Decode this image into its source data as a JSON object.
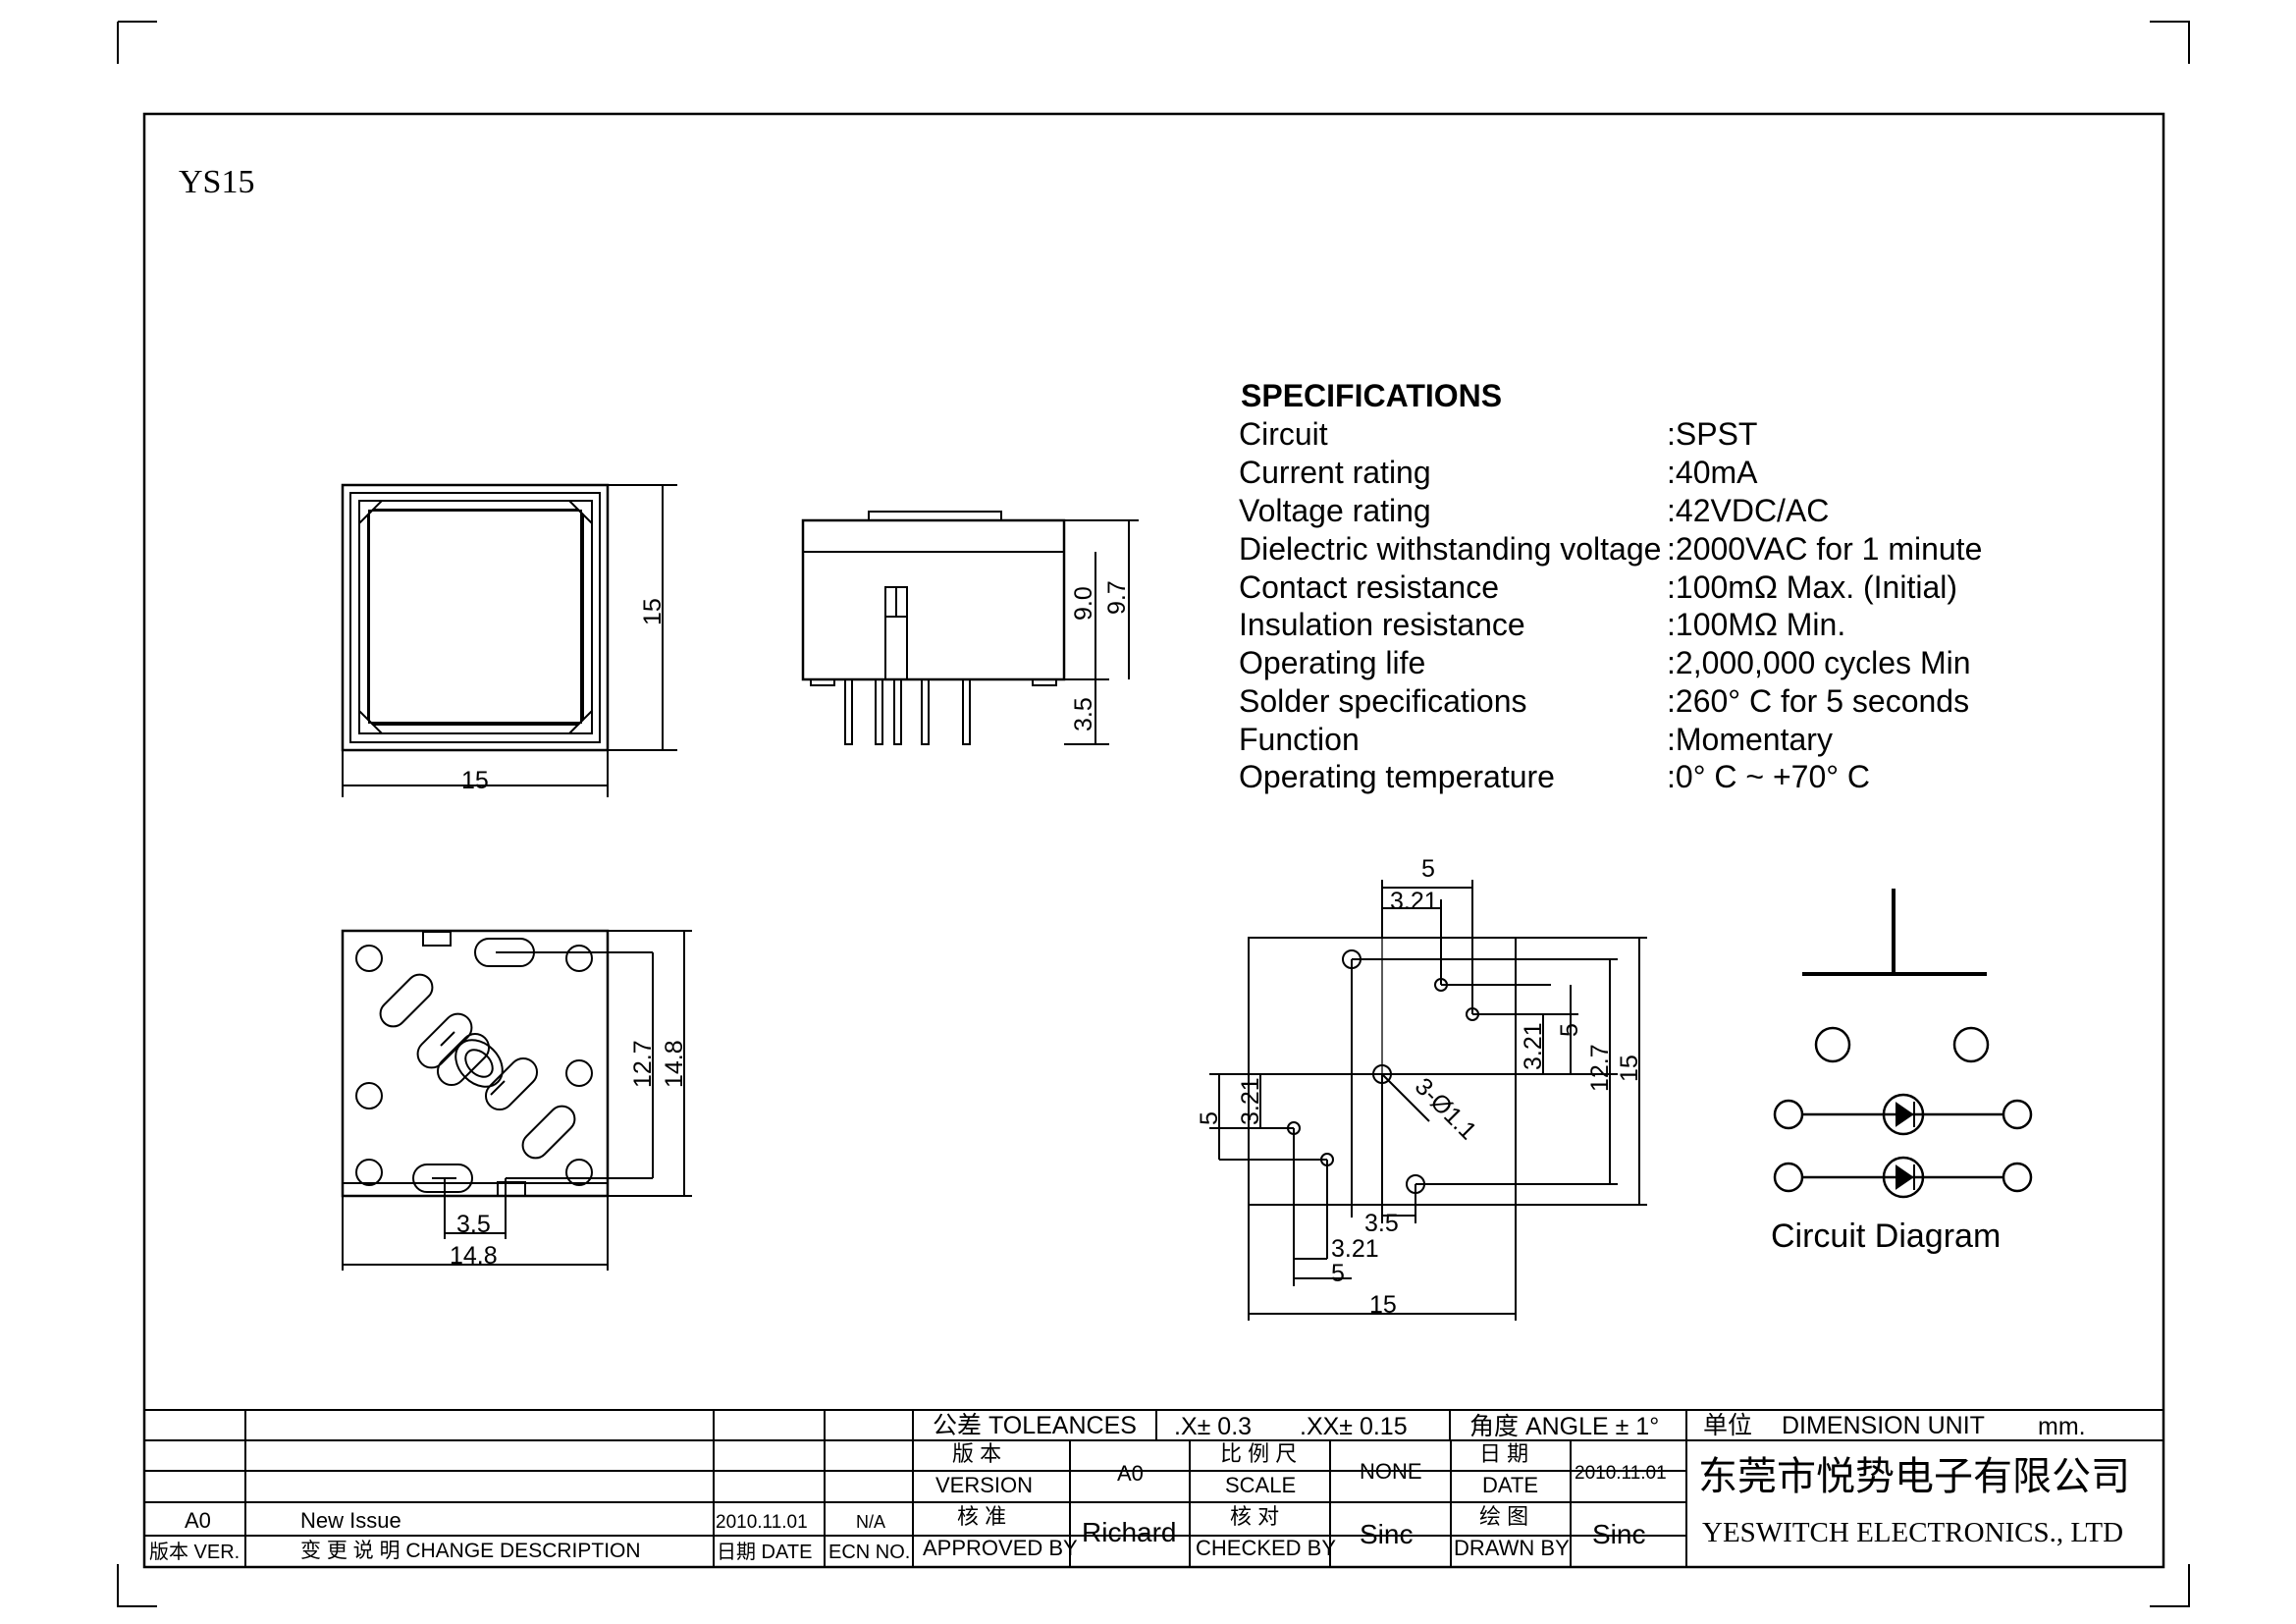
{
  "model": "YS15",
  "specifications": {
    "heading": "SPECIFICATIONS",
    "items": [
      {
        "label": "Circuit",
        "value": ":SPST"
      },
      {
        "label": "Current rating",
        "value": ":40mA"
      },
      {
        "label": "Voltage rating",
        "value": ":42VDC/AC"
      },
      {
        "label": "Dielectric withstanding voltage",
        "value": ":2000VAC for 1 minute"
      },
      {
        "label": "Contact resistance",
        "value": ":100mΩ  Max. (Initial)"
      },
      {
        "label": "Insulation resistance",
        "value": ":100MΩ  Min."
      },
      {
        "label": "Operating life",
        "value": ":2,000,000 cycles Min"
      },
      {
        "label": "Solder specifications",
        "value": ":260° C for 5 seconds"
      },
      {
        "label": "Function",
        "value": ":Momentary"
      },
      {
        "label": "Operating temperature",
        "value": ":0° C ~ +70° C"
      }
    ]
  },
  "dimensions": {
    "top_view": {
      "width": "15",
      "height": "15"
    },
    "side_view": {
      "body_h": "9.0",
      "total_h": "9.7",
      "pin_len": "3.5"
    },
    "bottom_view": {
      "pin_pitch": "3.5",
      "width": "14.8",
      "hole_pitch": "12.7",
      "height": "14.8"
    },
    "pcb_layout": {
      "top_5": "5",
      "top_321": "3.21",
      "right_321": "3.21",
      "right_5": "5",
      "right_127": "12.7",
      "right_15": "15",
      "left_5": "5",
      "left_321": "3.21",
      "holes": "3-Ø1.1",
      "bottom_35": "3.5",
      "bottom_321": "3.21",
      "bottom_5": "5",
      "bottom_15": "15"
    }
  },
  "circuit_diagram_label": "Circuit Diagram",
  "title_block": {
    "tolerance_label": "公差 TOLEANCES",
    "tol_x": ".X± 0.3",
    "tol_xx": ".XX± 0.15",
    "angle": "角度 ANGLE ± 1°",
    "unit_cn": "单位",
    "unit_label": "DIMENSION UNIT",
    "unit_value": "mm.",
    "version_cn": "版 本",
    "version_en": "VERSION",
    "version_value": "A0",
    "scale_cn": "比 例 尺",
    "scale_en": "SCALE",
    "scale_value": "NONE",
    "date_cn": "日 期",
    "date_en": "DATE",
    "date_value": "2010.11.01",
    "company_cn": "东莞市悦势电子有限公司",
    "company_en": "YESWITCH ELECTRONICS., LTD",
    "approved_cn": "核 准",
    "approved_en": "APPROVED BY",
    "approved_value": "Richard",
    "checked_cn": "核 对",
    "checked_en": "CHECKED BY",
    "checked_value": "Sinc",
    "drawn_cn": "绘 图",
    "drawn_en": "DRAWN BY",
    "drawn_value": "Sinc",
    "revision": {
      "ver": "A0",
      "desc": "New Issue",
      "date": "2010.11.01",
      "ecn": "N/A"
    },
    "headers": {
      "ver": "版本 VER.",
      "desc": "变 更 说 明  CHANGE DESCRIPTION",
      "date": "日期 DATE",
      "ecn": "ECN NO."
    }
  }
}
